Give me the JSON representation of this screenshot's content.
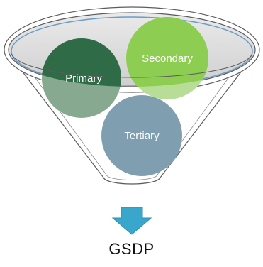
{
  "diagram": {
    "inputs": [
      {
        "label": "Primary",
        "color": "#2e6b46"
      },
      {
        "label": "Secondary",
        "color": "#8ccd52"
      },
      {
        "label": "Tertiary",
        "color": "#7f9fb0"
      }
    ],
    "output": {
      "label": "GSDP",
      "arrow_color": "#39a7cc"
    }
  },
  "colors": {
    "funnel_fill": "#ffffff",
    "funnel_stroke": "#5c5c5c",
    "rim_fill": "#d8d8d8",
    "rim_inner_stroke": "#6a9cc8"
  }
}
